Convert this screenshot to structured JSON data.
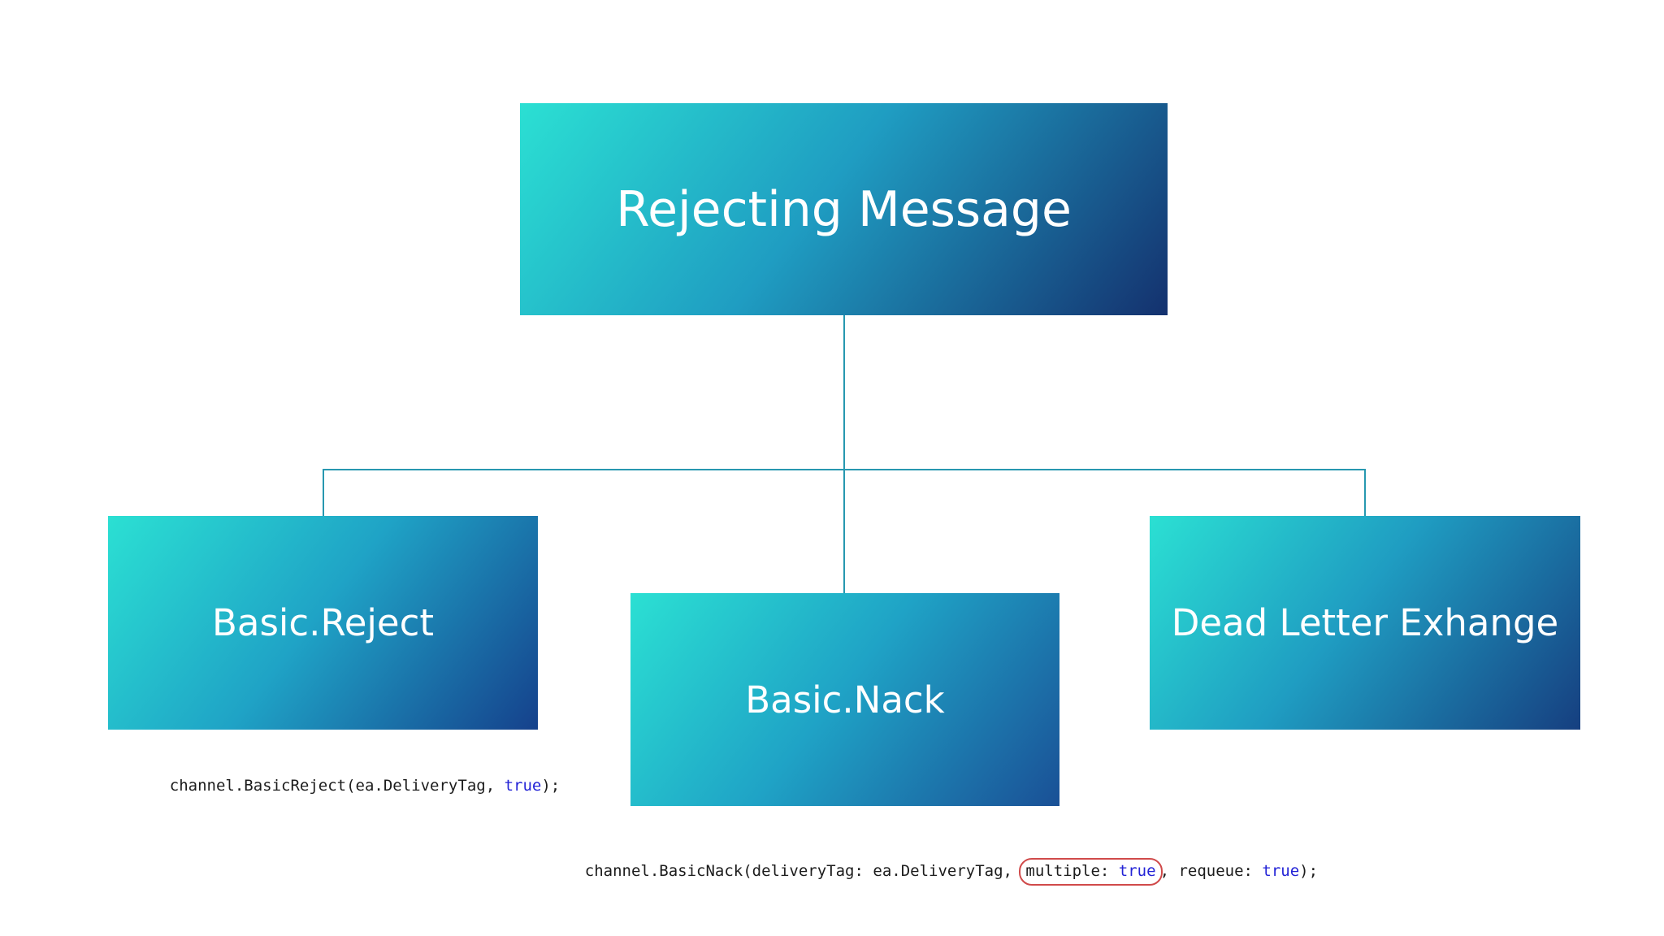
{
  "slide": {
    "title_box": {
      "label": "Rejecting Message"
    },
    "child_boxes": [
      {
        "id": "basic-reject",
        "label": "Basic.Reject"
      },
      {
        "id": "basic-nack",
        "label": "Basic.Nack"
      },
      {
        "id": "dead-letter-exchange",
        "label": "Dead Letter Exhange"
      }
    ],
    "code_reject": {
      "segments": [
        {
          "text": "channel.BasicReject(ea.DeliveryTag, ",
          "style": "plain"
        },
        {
          "text": "true",
          "style": "keyword"
        },
        {
          "text": ");",
          "style": "plain"
        }
      ]
    },
    "code_nack": {
      "segments": [
        {
          "text": "channel.BasicNack(deliveryTag: ea.DeliveryTag, ",
          "style": "plain"
        },
        {
          "text": "multiple: ",
          "style": "plain-highlighted"
        },
        {
          "text": "true",
          "style": "keyword-highlighted"
        },
        {
          "text": ", requeue: ",
          "style": "plain"
        },
        {
          "text": "true",
          "style": "keyword"
        },
        {
          "text": ");",
          "style": "plain"
        }
      ],
      "highlighted_phrase": "multiple: true"
    },
    "colors": {
      "background": "#ffffff",
      "box_text": "#ffffff",
      "gradient_start": "#2be0d3",
      "gradient_mid": "#1f9fc4",
      "title_gradient_end": "#14316e",
      "reject_gradient_end": "#15418c",
      "nack_gradient_end": "#1a5096",
      "dead_gradient_end": "#163f80",
      "connector": "#2798b0",
      "code_text": "#1c1c1c",
      "code_keyword": "#2323d6",
      "highlight_oval": "#d04a4a"
    }
  }
}
